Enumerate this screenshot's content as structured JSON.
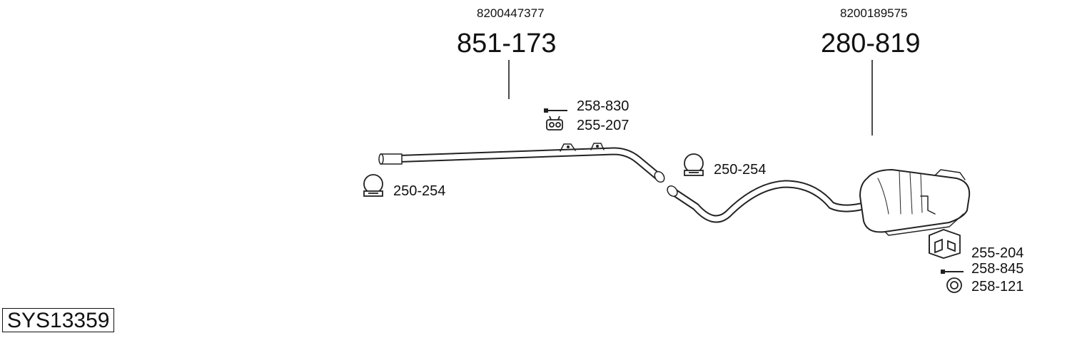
{
  "system_code": "SYS13359",
  "assemblies": [
    {
      "oem": "8200447377",
      "part": "851-173"
    },
    {
      "oem": "8200189575",
      "part": "280-819"
    }
  ],
  "fittings": {
    "f1": "258-830",
    "f2": "255-207",
    "f3": "250-254",
    "f4": "250-254",
    "f5": "255-204",
    "f6": "258-845",
    "f7": "258-121"
  }
}
